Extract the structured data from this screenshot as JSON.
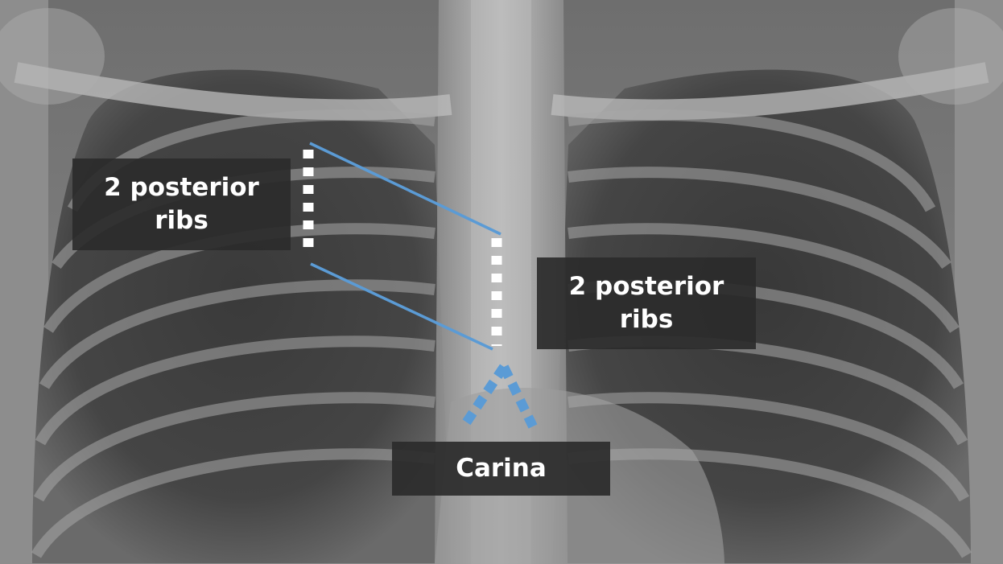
{
  "image": {
    "description_type": "chest-xray-annotated",
    "colors": {
      "annotation_blue": "#5b9bd5",
      "annotation_white": "#ffffff",
      "label_background": "#2b2b2b",
      "label_text": "#ffffff"
    }
  },
  "labels": {
    "left": "2 posterior ribs",
    "right": "2 posterior ribs",
    "carina": "Carina"
  }
}
